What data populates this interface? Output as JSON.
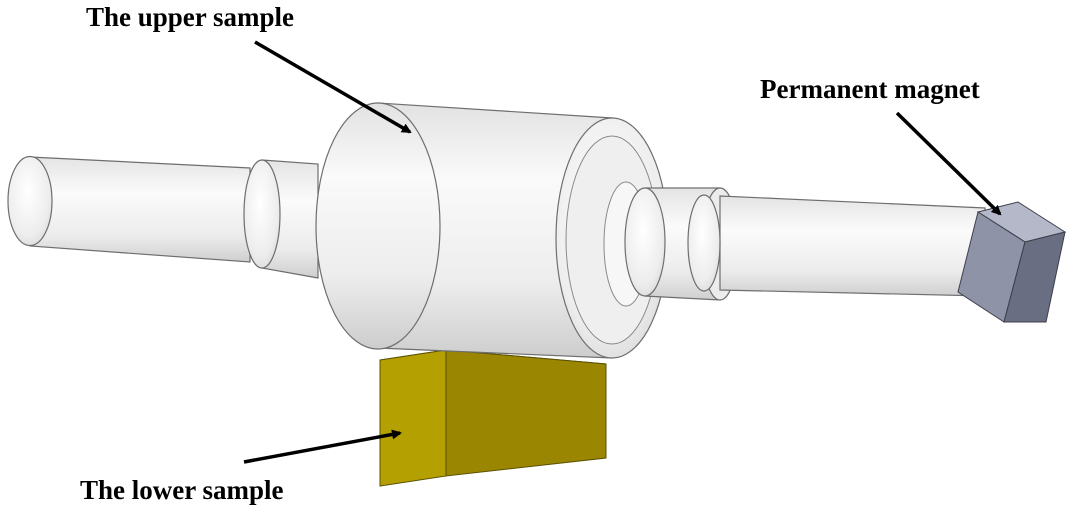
{
  "labels": {
    "upper_sample": "The upper sample",
    "permanent_magnet": "Permanent magnet",
    "lower_sample": "The lower sample"
  },
  "colors": {
    "background": "#ffffff",
    "metal_light": "#f7f7f7",
    "metal_mid": "#e6e6e6",
    "metal_shade": "#c9c9c9",
    "outline": "#6e6e6e",
    "magnet_front": "#8e93a8",
    "magnet_side": "#6a6e82",
    "magnet_top": "#b4b8c8",
    "block_front": "#b4a000",
    "block_side": "#9a8600",
    "block_top": "#c8b418",
    "arrow": "#000000"
  }
}
